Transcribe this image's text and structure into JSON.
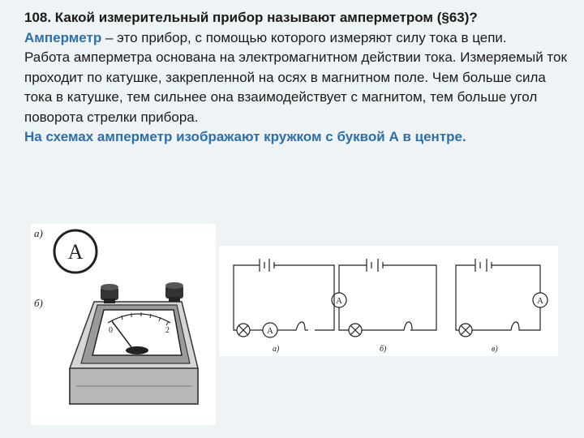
{
  "slide": {
    "question": "108. Какой измерительный прибор называют амперметром (§63)?",
    "definition_term": "Амперметр",
    "definition_rest": " – это прибор, с помощью которого измеряют силу тока в цепи.",
    "paragraph2": "Работа амперметра основана на электромагнитном действии тока. Измеряемый ток проходит по катушке, закрепленной на осях в магнитном поле. Чем больше сила тока в катушке, тем сильнее она взаимодействует с магнитом, тем больше угол поворота стрелки прибора.",
    "highlight": "На схемах амперметр изображают кружком с буквой А в центре."
  },
  "figure_left": {
    "label_a": "а)",
    "label_b": "б)",
    "symbol_letter": "A",
    "scale_left": "0",
    "scale_right": "2"
  },
  "figure_right": {
    "ammeter_letter": "A",
    "label_a": "а)",
    "label_b": "б)",
    "label_c": "в)"
  }
}
